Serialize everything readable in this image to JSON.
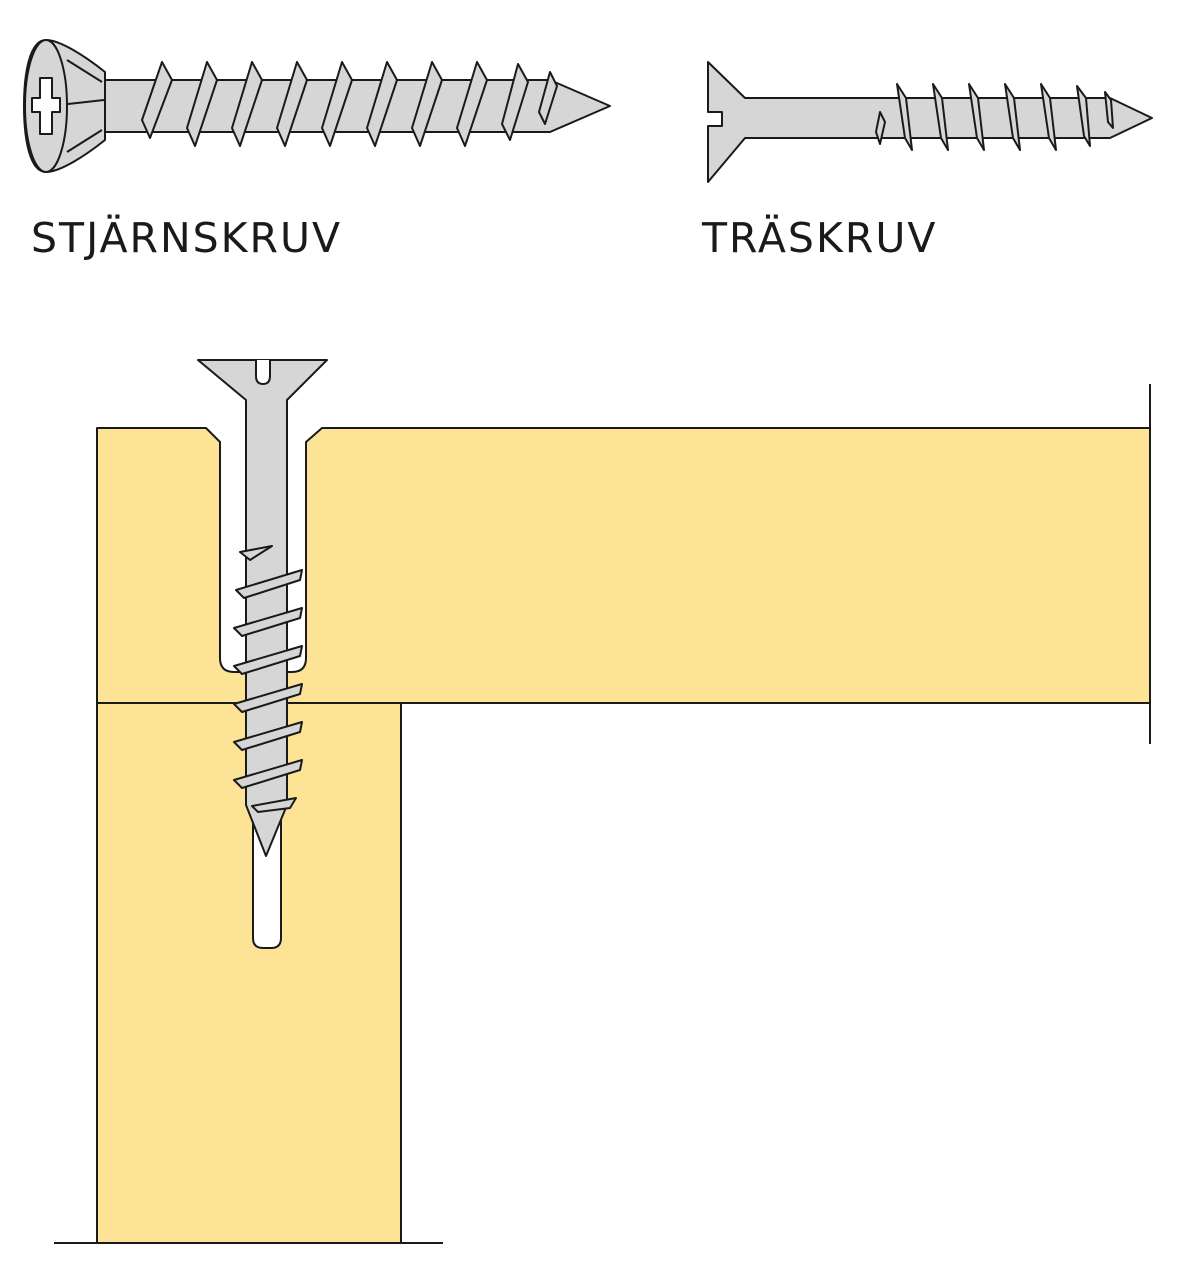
{
  "labels": {
    "phillips_screw": "STJÄRNSKRUV",
    "wood_screw": "TRÄSKRUV"
  },
  "colors": {
    "wood": "#fde395",
    "screw_metal": "#d6d6d6",
    "outline": "#1a1a1a",
    "background": "#ffffff"
  },
  "icons": [
    "phillips-head-screw",
    "slotted-wood-screw",
    "joint-cross-section"
  ]
}
